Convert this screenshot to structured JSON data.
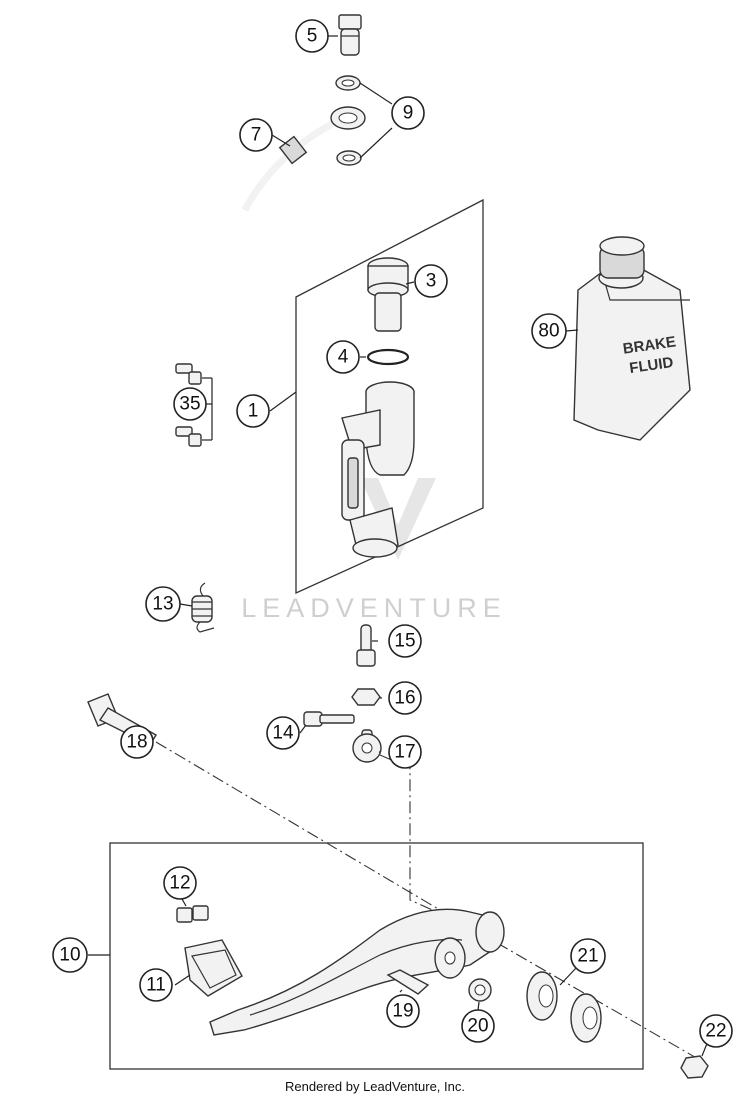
{
  "watermark": "LEADVENTURE",
  "bottle_label": [
    "BRAKE",
    "FLUID"
  ],
  "footer": "Rendered by LeadVenture, Inc.",
  "callouts": [
    "5",
    "7",
    "9",
    "3",
    "80",
    "4",
    "1",
    "35",
    "13",
    "15",
    "16",
    "14",
    "17",
    "18",
    "12",
    "10",
    "21",
    "11",
    "19",
    "20",
    "22"
  ]
}
